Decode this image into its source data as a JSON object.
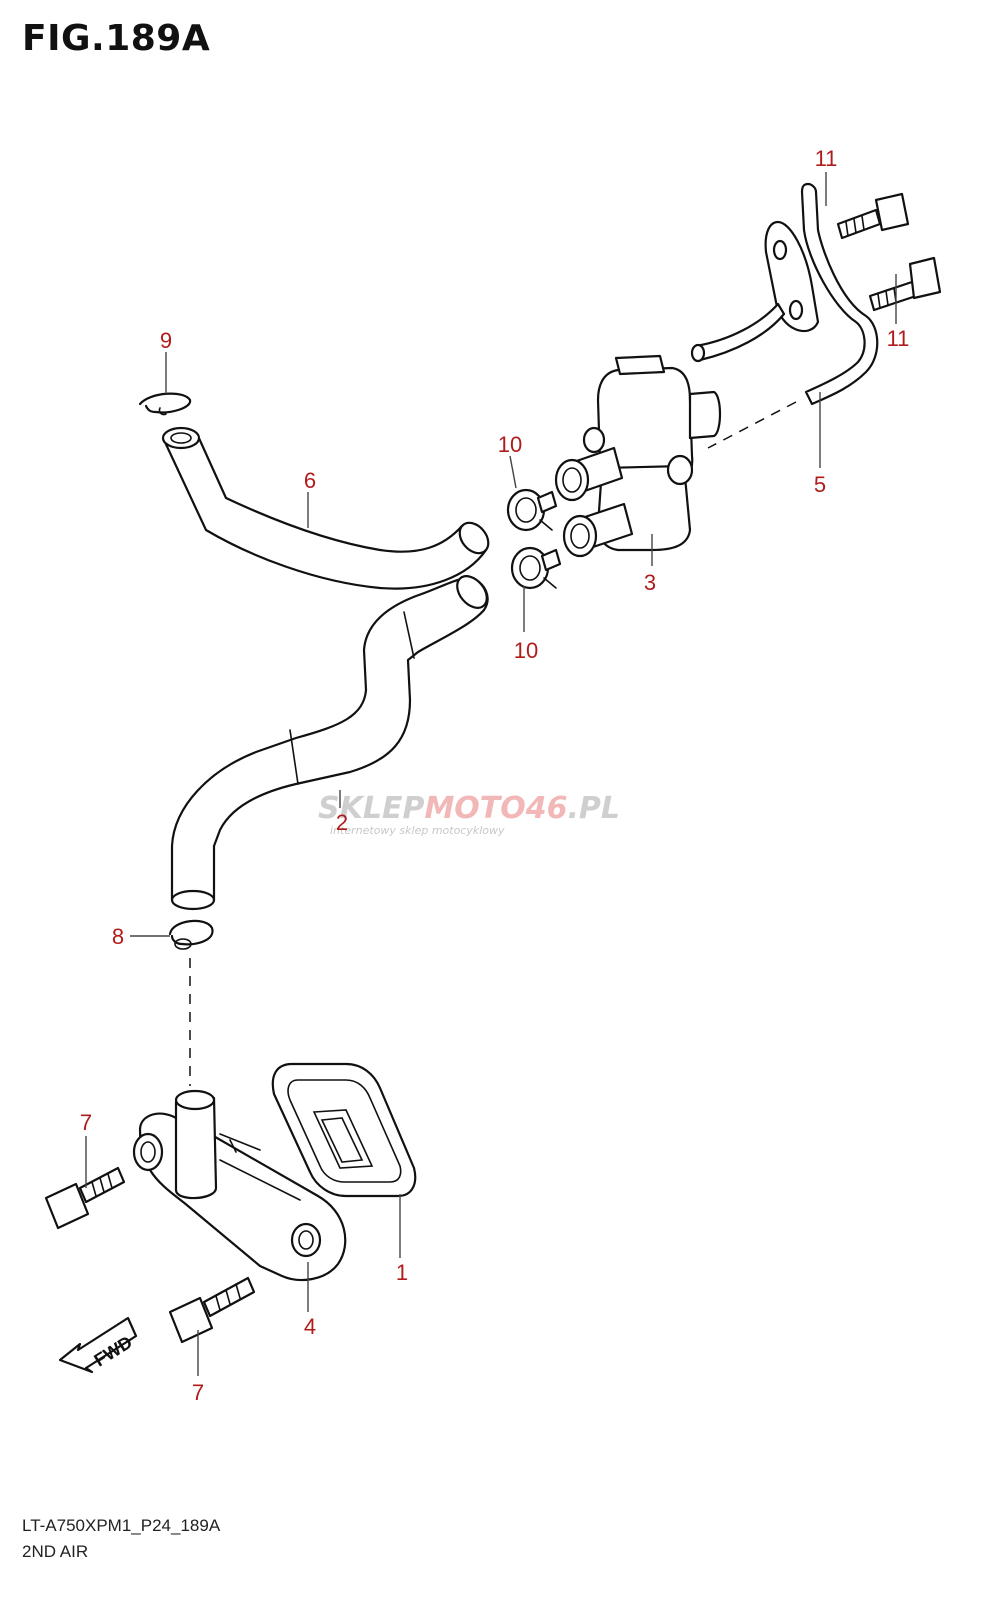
{
  "figure": {
    "title": "FIG.189A",
    "model_code": "LT-A750XPM1_P24_189A",
    "section_name": "2ND AIR"
  },
  "callouts": {
    "c1": "1",
    "c2": "2",
    "c3": "3",
    "c4": "4",
    "c5": "5",
    "c6": "6",
    "c7a": "7",
    "c7b": "7",
    "c8": "8",
    "c9": "9",
    "c10a": "10",
    "c10b": "10",
    "c11a": "11",
    "c11b": "11"
  },
  "fwd_label": "FWD",
  "watermark": {
    "part_a": "SKLEP",
    "part_b": "MOTO",
    "part_c": "46",
    "part_d": ".PL",
    "tagline": "internetowy sklep motocyklowy"
  },
  "colors": {
    "callout": "#b01c1c",
    "line": "#111111",
    "watermark_gray": "#c8c8c8",
    "watermark_red": "#f2b8b8"
  }
}
